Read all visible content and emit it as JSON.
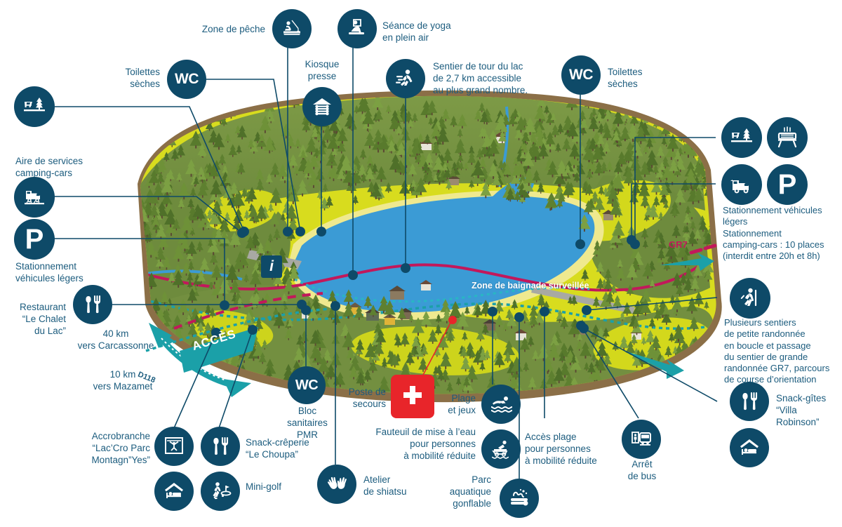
{
  "theme": {
    "badge_color": "#0E4A68",
    "text_color": "#1C5C7E",
    "lake_color": "#3B9BD5",
    "meadow_color": "#D8DC1E",
    "forest_color": "#6E8B3D",
    "soil_color": "#8B6F47",
    "teal_accent": "#1BA0A8",
    "magenta_accent": "#C2185B",
    "emergency_red": "#E8252A",
    "white": "#FFFFFF"
  },
  "map_labels": {
    "swim_zone": "Zone de baignade surveillée",
    "gr7": "GR7",
    "road": "D118",
    "access_banner": "ACCÈS",
    "info_marker": "i",
    "wc_text": "WC",
    "parking_text": "P"
  },
  "distances": [
    {
      "id": "carcassonne",
      "text": "40 km\nvers Carcassonne"
    },
    {
      "id": "mazamet",
      "text": "10 km\nvers Mazamet"
    }
  ],
  "pois": [
    {
      "id": "aire-picnic-tl",
      "icon": "picnic-table-tree-icon",
      "label": ""
    },
    {
      "id": "toilettes-seches-tl",
      "icon": "wc-icon",
      "label": "Toilettes\nsèches"
    },
    {
      "id": "zone-peche",
      "icon": "fishing-icon",
      "label": "Zone de pêche"
    },
    {
      "id": "kiosque-presse",
      "icon": "kiosk-icon",
      "label": "Kiosque\npresse"
    },
    {
      "id": "seance-yoga",
      "icon": "yoga-icon",
      "label": "Séance de yoga\nen plein air"
    },
    {
      "id": "sentier-tour-lac",
      "icon": "walking-accessible-icon",
      "label": "Sentier de tour du lac\nde 2,7 km accessible\nau plus grand nombre."
    },
    {
      "id": "toilettes-seches-tr",
      "icon": "wc-icon",
      "label": "Toilettes\nsèches"
    },
    {
      "id": "picnic-tr",
      "icon": "picnic-table-tree-icon",
      "label": ""
    },
    {
      "id": "barbecue-tr",
      "icon": "barbecue-icon",
      "label": ""
    },
    {
      "id": "camping-car-r",
      "icon": "camper-van-icon",
      "label": ""
    },
    {
      "id": "parking-r",
      "icon": "parking-icon",
      "label": ""
    },
    {
      "id": "aire-services",
      "icon": "camper-service-icon",
      "label": "Aire de services\ncamping-cars"
    },
    {
      "id": "stationnement-l",
      "icon": "parking-icon",
      "label": "Stationnement\nvéhicules légers"
    },
    {
      "id": "restaurant-chalet",
      "icon": "cutlery-icon",
      "label": "Restaurant\n“Le Chalet\ndu Lac”"
    },
    {
      "id": "randonnee",
      "icon": "hiker-icon",
      "label": "Plusieurs sentiers\nde petite randonnée\nen boucle et passage\ndu sentier de grande\nrandonnée GR7, parcours\nde course d’orientation"
    },
    {
      "id": "snack-gites-villa",
      "icon": "cutlery-icon",
      "label": "Snack-gîtes\n“Villa Robinson”"
    },
    {
      "id": "gite-villa",
      "icon": "lodging-icon",
      "label": ""
    },
    {
      "id": "accrobranche",
      "icon": "zipline-icon",
      "label": "Accrobranche\n“Lac’Cro Parc\nMontagn”Yes”"
    },
    {
      "id": "gite-accro",
      "icon": "lodging-icon",
      "label": ""
    },
    {
      "id": "snack-creperie",
      "icon": "cutlery-icon",
      "label": "Snack-crêperie\n“Le Choupa”"
    },
    {
      "id": "mini-golf",
      "icon": "minigolf-icon",
      "label": "Mini-golf"
    },
    {
      "id": "bloc-sanitaire-pmr",
      "icon": "wc-icon",
      "label": "Bloc\nsanitaires\nPMR"
    },
    {
      "id": "atelier-shiatsu",
      "icon": "hands-icon",
      "label": "Atelier\nde shiatsu"
    },
    {
      "id": "poste-secours",
      "icon": "first-aid-cross-icon",
      "label": "Poste de\nsecours"
    },
    {
      "id": "plage-jeux",
      "icon": "swimming-icon",
      "label": "Plage\net jeux"
    },
    {
      "id": "fauteuil-mise-eau",
      "icon": "beach-wheelchair-icon",
      "label": "Fauteuil de mise à l’eau\npour personnes\nà mobilité réduite"
    },
    {
      "id": "parc-aquatique",
      "icon": "inflatable-park-icon",
      "label": "Parc\naquatique\ngonflable"
    },
    {
      "id": "acces-plage-pmr",
      "icon": "",
      "label": "Accès plage\npour personnes\nà mobilité réduite"
    },
    {
      "id": "arret-bus",
      "icon": "bus-stop-accessible-icon",
      "label": "Arrêt\nde bus"
    },
    {
      "id": "stationnement-r",
      "icon": "",
      "label": "Stationnement véhicules\nlégers\nStationnement\ncamping-cars : 10 places\n(interdit entre 20h et 8h)"
    }
  ]
}
